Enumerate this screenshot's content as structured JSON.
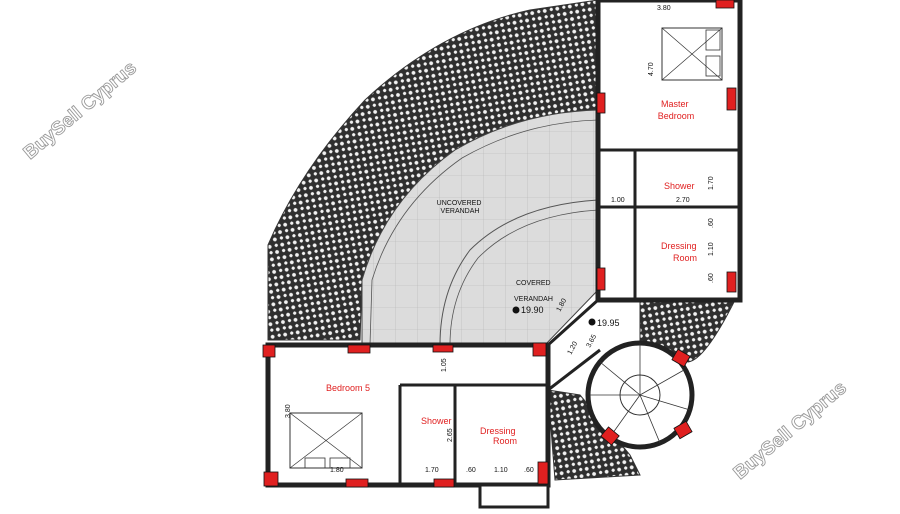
{
  "watermark": "BuySell Cyprus",
  "rooms": {
    "master_bedroom": "Master\nBedroom",
    "shower_top": "Shower",
    "dressing_top": "Dressing\nRoom",
    "bedroom5": "Bedroom 5",
    "shower_bottom": "Shower",
    "dressing_bottom": "Dressing\nRoom"
  },
  "areas": {
    "uncovered": "UNCOVERED\nVERANDAH",
    "covered": "COVERED",
    "covered_sub": "VERANDAH"
  },
  "levels": {
    "l1": "19.90",
    "l2": "19.95"
  },
  "dims": {
    "d380_top": "3.80",
    "d470": "4.70",
    "d170_right": "1.70",
    "d270": "2.70",
    "d100": "1.00",
    "d60_a": ".60",
    "d110_right": "1.10",
    "d60_b": ".60",
    "d180": "1.80",
    "d365": "3.65",
    "d120": "1.20",
    "d105": "1.05",
    "d380_left": "3.80",
    "d265": "2.65",
    "d180_bed": "1.80",
    "d170_bottom": "1.70",
    "d60_c": ".60",
    "d110_bottom": "1.10",
    "d60_d": ".60"
  },
  "colors": {
    "accent": "#e02020",
    "hatch": "#3a3a3a",
    "floor": "#d8d8d8"
  }
}
